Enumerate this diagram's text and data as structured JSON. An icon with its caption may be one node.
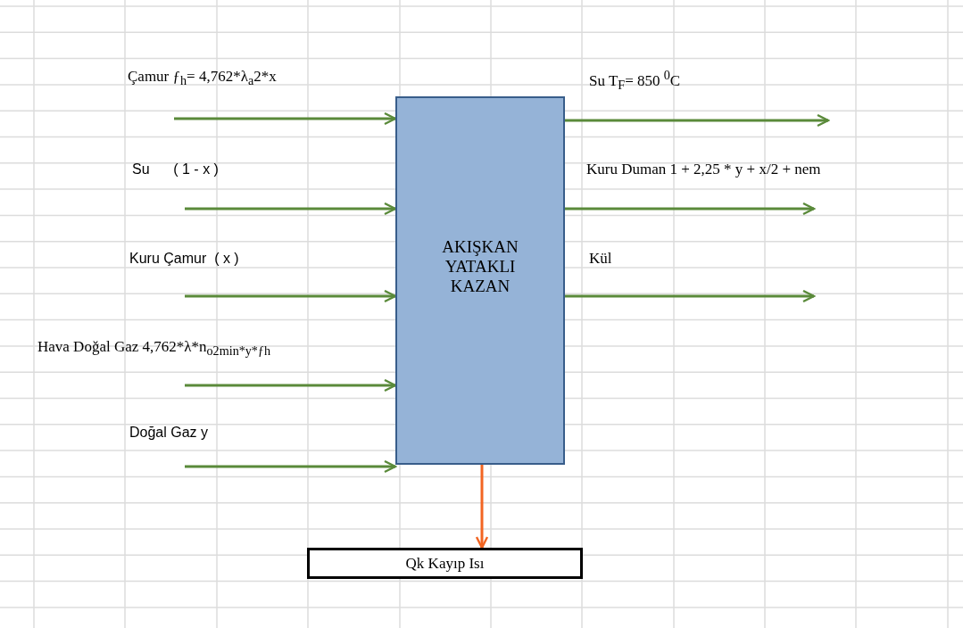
{
  "diagram": {
    "nodes": [
      {
        "text": [
          "AKIŞKAN YATAKLI KAZAN"
        ]
      },
      {
        "text": [
          "Qk Kayıp Isı"
        ]
      }
    ],
    "edges": [
      {
        "from": null,
        "to": 0,
        "arrow": "to"
      },
      {
        "from": null,
        "to": 0,
        "arrow": "to"
      },
      {
        "from": null,
        "to": 0,
        "arrow": "to"
      },
      {
        "from": null,
        "to": 0,
        "arrow": "to"
      },
      {
        "from": null,
        "to": 0,
        "arrow": "to"
      },
      {
        "from": 0,
        "to": null,
        "arrow": "to"
      },
      {
        "from": 0,
        "to": null,
        "arrow": "to"
      },
      {
        "from": 0,
        "to": null,
        "arrow": "to"
      },
      {
        "from": 0,
        "to": 1,
        "arrow": "to",
        "color": "#f26522"
      }
    ],
    "labels": [
      "Çamur ƒ$_{h}$= 4,762*λ$_{a}$2*x",
      "Su T$_{F}$= 850 $^{0}$C",
      "Su      ( 1 - x )",
      "Kuru Duman 1 + 2,25 * y + x/2 + nem",
      "Kuru Çamur  ( x )",
      "Kül",
      "Hava Doğal Gaz 4,762*λ*n$_{o2min*y*ƒh}$",
      "Doğal Gaz y"
    ]
  }
}
